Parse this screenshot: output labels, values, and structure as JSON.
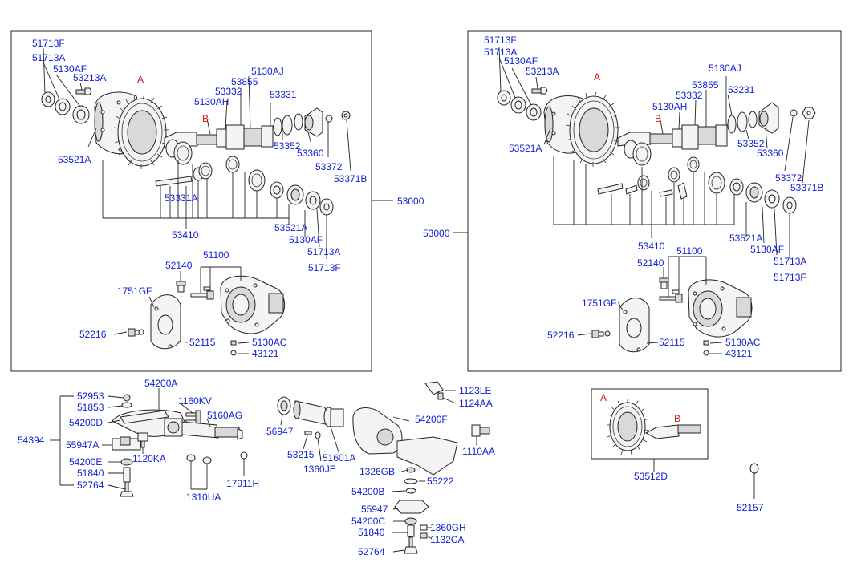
{
  "diagram": {
    "left_group": {
      "labels": {
        "p51713F_top": "51713F",
        "p51713A_top": "51713A",
        "p5130AF_top": "5130AF",
        "p53213A": "53213A",
        "markA": "A",
        "p5130AJ": "5130AJ",
        "p53855": "53855",
        "p53332": "53332",
        "p5130AH": "5130AH",
        "p53331": "53331",
        "markB": "B",
        "p53521A_top": "53521A",
        "p53352": "53352",
        "p53360": "53360",
        "p53372": "53372",
        "p53371B": "53371B",
        "p53331A": "53331A",
        "p53410": "53410",
        "p53521A_bot": "53521A",
        "p5130AF_bot": "5130AF",
        "p51713A_bot": "51713A",
        "p51713F_bot": "51713F",
        "p53000": "53000",
        "p52140": "52140",
        "p51100": "51100",
        "p1751GF": "1751GF",
        "p52216": "52216",
        "p52115": "52115",
        "p5130AC": "5130AC",
        "p43121": "43121"
      }
    },
    "right_group": {
      "labels": {
        "p51713F_top": "51713F",
        "p51713A_top": "51713A",
        "p5130AF_top": "5130AF",
        "p53213A": "53213A",
        "markA": "A",
        "p5130AJ": "5130AJ",
        "p53855": "53855",
        "p53332": "53332",
        "p53231": "53231",
        "p5130AH": "5130AH",
        "markB": "B",
        "p53521A_top": "53521A",
        "p53352": "53352",
        "p53360": "53360",
        "p53372": "53372",
        "p53371B": "53371B",
        "p53000": "53000",
        "p53410": "53410",
        "p53521A_bot": "53521A",
        "p5130AF_bot": "5130AF",
        "p51713A_bot": "51713A",
        "p51713F_bot": "51713F",
        "p52140": "52140",
        "p51100": "51100",
        "p1751GF": "1751GF",
        "p52216": "52216",
        "p52115": "52115",
        "p5130AC": "5130AC",
        "p43121": "43121"
      }
    },
    "bottom_left": {
      "labels": {
        "p52953": "52953",
        "p54200A": "54200A",
        "p51853": "51853",
        "p1160KV": "1160KV",
        "p54200D": "54200D",
        "p5160AG": "5160AG",
        "p54394": "54394",
        "p55947A": "55947A",
        "p1120KA": "1120KA",
        "p54200E": "54200E",
        "p51840": "51840",
        "p52764": "52764",
        "p1310UA": "1310UA",
        "p17911H": "17911H"
      }
    },
    "bottom_middle": {
      "labels": {
        "p1123LE": "1123LE",
        "p1124AA": "1124AA",
        "p56947": "56947",
        "p54200F": "54200F",
        "p53215": "53215",
        "p51601A": "51601A",
        "p1360JE": "1360JE",
        "p1110AA": "1110AA",
        "p1326GB": "1326GB",
        "p55222": "55222",
        "p54200B": "54200B",
        "p55947": "55947",
        "p54200C": "54200C",
        "p51840": "51840",
        "p1360GH": "1360GH",
        "p52764": "52764",
        "p1132CA": "1132CA"
      }
    },
    "bottom_right": {
      "labels": {
        "markA": "A",
        "markB": "B",
        "p53512D": "53512D",
        "p52157": "52157"
      }
    }
  }
}
